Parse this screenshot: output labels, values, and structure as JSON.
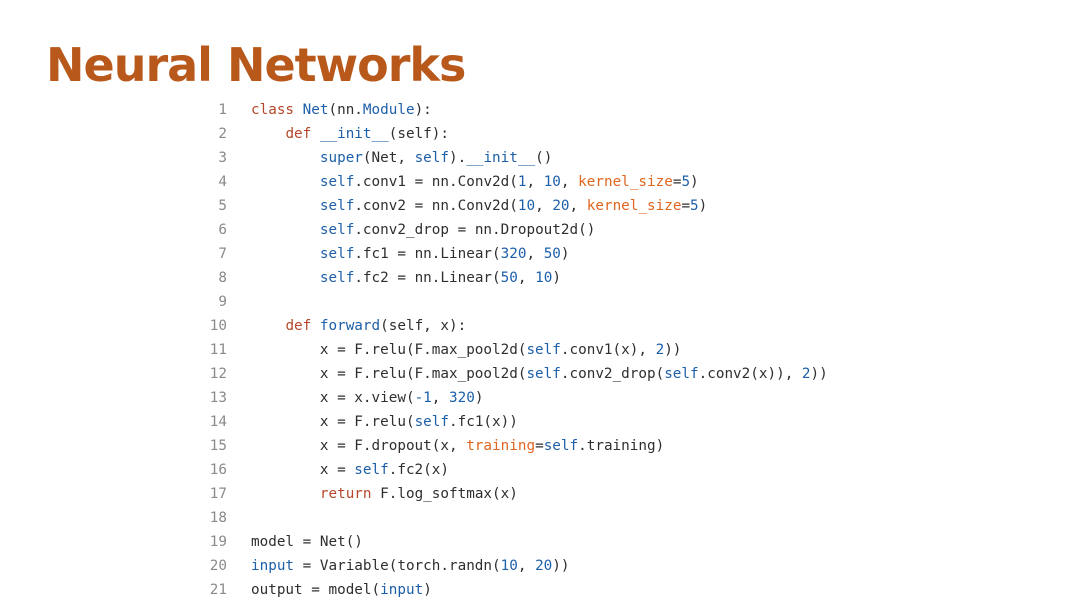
{
  "title": "Neural Networks",
  "colors": {
    "title": "#b8581a",
    "keyword": "#b5462a",
    "function": "#1d5fa8",
    "number": "#1d5fa8",
    "self": "#1d5fa8",
    "kwarg": "#e0651f",
    "plain": "#2f2f2f",
    "line_number": "#8a8a8a"
  },
  "code": [
    {
      "n": "1",
      "tokens": [
        [
          "kw",
          "class"
        ],
        [
          "plain",
          " "
        ],
        [
          "fn",
          "Net"
        ],
        [
          "plain",
          "(nn."
        ],
        [
          "fn",
          "Module"
        ],
        [
          "plain",
          "):"
        ]
      ]
    },
    {
      "n": "2",
      "tokens": [
        [
          "plain",
          "    "
        ],
        [
          "kw",
          "def"
        ],
        [
          "plain",
          " "
        ],
        [
          "fn",
          "__init__"
        ],
        [
          "plain",
          "(self):"
        ]
      ]
    },
    {
      "n": "3",
      "tokens": [
        [
          "plain",
          "        "
        ],
        [
          "fn",
          "super"
        ],
        [
          "plain",
          "(Net, "
        ],
        [
          "self",
          "self"
        ],
        [
          "plain",
          ")."
        ],
        [
          "fn",
          "__init__"
        ],
        [
          "plain",
          "()"
        ]
      ]
    },
    {
      "n": "4",
      "tokens": [
        [
          "plain",
          "        "
        ],
        [
          "self",
          "self"
        ],
        [
          "plain",
          ".conv1 "
        ],
        [
          "op",
          "="
        ],
        [
          "plain",
          " nn.Conv2d("
        ],
        [
          "num",
          "1"
        ],
        [
          "plain",
          ", "
        ],
        [
          "num",
          "10"
        ],
        [
          "plain",
          ", "
        ],
        [
          "arg",
          "kernel_size"
        ],
        [
          "op",
          "="
        ],
        [
          "num",
          "5"
        ],
        [
          "plain",
          ")"
        ]
      ]
    },
    {
      "n": "5",
      "tokens": [
        [
          "plain",
          "        "
        ],
        [
          "self",
          "self"
        ],
        [
          "plain",
          ".conv2 "
        ],
        [
          "op",
          "="
        ],
        [
          "plain",
          " nn.Conv2d("
        ],
        [
          "num",
          "10"
        ],
        [
          "plain",
          ", "
        ],
        [
          "num",
          "20"
        ],
        [
          "plain",
          ", "
        ],
        [
          "arg",
          "kernel_size"
        ],
        [
          "op",
          "="
        ],
        [
          "num",
          "5"
        ],
        [
          "plain",
          ")"
        ]
      ]
    },
    {
      "n": "6",
      "tokens": [
        [
          "plain",
          "        "
        ],
        [
          "self",
          "self"
        ],
        [
          "plain",
          ".conv2_drop "
        ],
        [
          "op",
          "="
        ],
        [
          "plain",
          " nn.Dropout2d()"
        ]
      ]
    },
    {
      "n": "7",
      "tokens": [
        [
          "plain",
          "        "
        ],
        [
          "self",
          "self"
        ],
        [
          "plain",
          ".fc1 "
        ],
        [
          "op",
          "="
        ],
        [
          "plain",
          " nn.Linear("
        ],
        [
          "num",
          "320"
        ],
        [
          "plain",
          ", "
        ],
        [
          "num",
          "50"
        ],
        [
          "plain",
          ")"
        ]
      ]
    },
    {
      "n": "8",
      "tokens": [
        [
          "plain",
          "        "
        ],
        [
          "self",
          "self"
        ],
        [
          "plain",
          ".fc2 "
        ],
        [
          "op",
          "="
        ],
        [
          "plain",
          " nn.Linear("
        ],
        [
          "num",
          "50"
        ],
        [
          "plain",
          ", "
        ],
        [
          "num",
          "10"
        ],
        [
          "plain",
          ")"
        ]
      ]
    },
    {
      "n": "9",
      "tokens": []
    },
    {
      "n": "10",
      "tokens": [
        [
          "plain",
          "    "
        ],
        [
          "kw",
          "def"
        ],
        [
          "plain",
          " "
        ],
        [
          "fn",
          "forward"
        ],
        [
          "plain",
          "(self, x):"
        ]
      ]
    },
    {
      "n": "11",
      "tokens": [
        [
          "plain",
          "        x "
        ],
        [
          "op",
          "="
        ],
        [
          "plain",
          " F.relu(F.max_pool2d("
        ],
        [
          "self",
          "self"
        ],
        [
          "plain",
          ".conv1(x), "
        ],
        [
          "num",
          "2"
        ],
        [
          "plain",
          "))"
        ]
      ]
    },
    {
      "n": "12",
      "tokens": [
        [
          "plain",
          "        x "
        ],
        [
          "op",
          "="
        ],
        [
          "plain",
          " F.relu(F.max_pool2d("
        ],
        [
          "self",
          "self"
        ],
        [
          "plain",
          ".conv2_drop("
        ],
        [
          "self",
          "self"
        ],
        [
          "plain",
          ".conv2(x)), "
        ],
        [
          "num",
          "2"
        ],
        [
          "plain",
          "))"
        ]
      ]
    },
    {
      "n": "13",
      "tokens": [
        [
          "plain",
          "        x "
        ],
        [
          "op",
          "="
        ],
        [
          "plain",
          " x.view("
        ],
        [
          "num",
          "-1"
        ],
        [
          "plain",
          ", "
        ],
        [
          "num",
          "320"
        ],
        [
          "plain",
          ")"
        ]
      ]
    },
    {
      "n": "14",
      "tokens": [
        [
          "plain",
          "        x "
        ],
        [
          "op",
          "="
        ],
        [
          "plain",
          " F.relu("
        ],
        [
          "self",
          "self"
        ],
        [
          "plain",
          ".fc1(x))"
        ]
      ]
    },
    {
      "n": "15",
      "tokens": [
        [
          "plain",
          "        x "
        ],
        [
          "op",
          "="
        ],
        [
          "plain",
          " F.dropout(x, "
        ],
        [
          "arg",
          "training"
        ],
        [
          "op",
          "="
        ],
        [
          "self",
          "self"
        ],
        [
          "plain",
          ".training)"
        ]
      ]
    },
    {
      "n": "16",
      "tokens": [
        [
          "plain",
          "        x "
        ],
        [
          "op",
          "="
        ],
        [
          "plain",
          " "
        ],
        [
          "self",
          "self"
        ],
        [
          "plain",
          ".fc2(x)"
        ]
      ]
    },
    {
      "n": "17",
      "tokens": [
        [
          "plain",
          "        "
        ],
        [
          "kw",
          "return"
        ],
        [
          "plain",
          " F.log_softmax(x)"
        ]
      ]
    },
    {
      "n": "18",
      "tokens": []
    },
    {
      "n": "19",
      "tokens": [
        [
          "plain",
          "model "
        ],
        [
          "op",
          "="
        ],
        [
          "plain",
          " Net()"
        ]
      ]
    },
    {
      "n": "20",
      "tokens": [
        [
          "fn",
          "input"
        ],
        [
          "plain",
          " "
        ],
        [
          "op",
          "="
        ],
        [
          "plain",
          " Variable(torch.randn("
        ],
        [
          "num",
          "10"
        ],
        [
          "plain",
          ", "
        ],
        [
          "num",
          "20"
        ],
        [
          "plain",
          "))"
        ]
      ]
    },
    {
      "n": "21",
      "tokens": [
        [
          "plain",
          "output "
        ],
        [
          "op",
          "="
        ],
        [
          "plain",
          " model("
        ],
        [
          "fn",
          "input"
        ],
        [
          "plain",
          ")"
        ]
      ]
    }
  ]
}
